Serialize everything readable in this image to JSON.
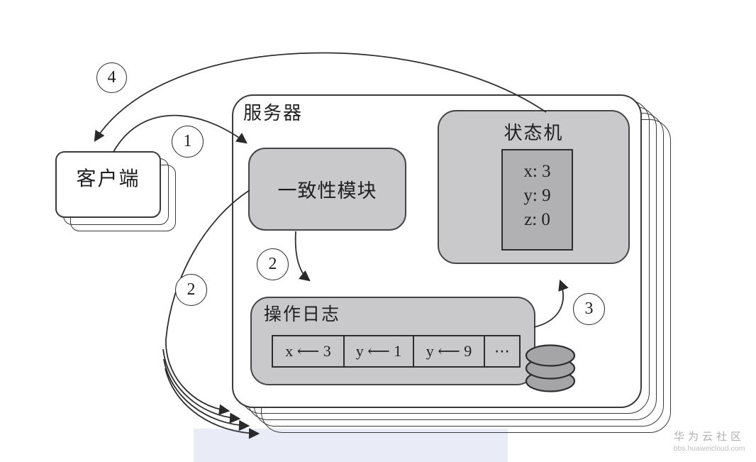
{
  "client": {
    "label": "客户端"
  },
  "server": {
    "label": "服务器"
  },
  "consistency_module": {
    "label": "一致性模块"
  },
  "state_machine": {
    "label": "状态机",
    "lines": [
      "x: 3",
      "y: 9",
      "z: 0"
    ]
  },
  "operation_log": {
    "label": "操作日志",
    "entries": [
      "x ⟵ 3",
      "y ⟵ 1",
      "y ⟵ 9",
      "⋯"
    ]
  },
  "steps": {
    "s1": "1",
    "s2": "2",
    "s3": "3",
    "s4": "4"
  },
  "watermark": {
    "title": "华为云社区",
    "url": "bbs.huaweicloud.com"
  },
  "colors": {
    "module_fill": "#c9c9cb",
    "state_inner_fill": "#b1b1b3",
    "disk_fill": "#a5a5a8",
    "line": "#2e2e30",
    "highlight_band": "#e9ebf6"
  }
}
